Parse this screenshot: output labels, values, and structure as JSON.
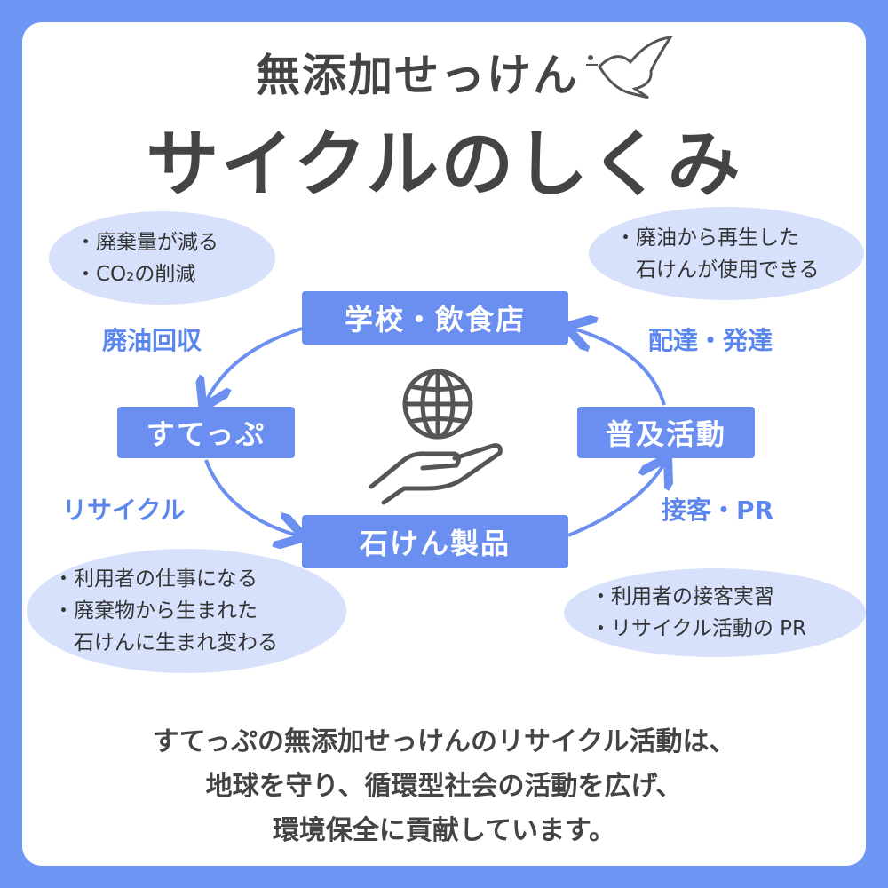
{
  "title": {
    "line1": "無添加せっけん",
    "line2": "サイクルのしくみ"
  },
  "ellipses": {
    "top_left": [
      "・廃棄量が減る",
      "・CO₂の削減"
    ],
    "top_right": [
      "・廃油から再生した",
      "　石けんが使用できる"
    ],
    "bottom_left": [
      "・利用者の仕事になる",
      "・廃棄物から生まれた",
      "　石けんに生まれ変わる"
    ],
    "bottom_right": [
      "・利用者の接客実習",
      "・リサイクル活動の PR"
    ]
  },
  "boxes": {
    "top": "学校・飲食店",
    "left": "すてっぷ",
    "right": "普及活動",
    "bottom": "石けん製品"
  },
  "labels": {
    "top_left": "廃油回収",
    "top_right": "配達・発達",
    "bottom_left": "リサイクル",
    "bottom_right": "接客・PR"
  },
  "footer": [
    "すてっぷの無添加せっけんのリサイクル活動は、",
    "地球を守り、循環型社会の活動を広げ、",
    "環境保全に貢献しています。"
  ],
  "colors": {
    "accent": "#6b8ff1",
    "ellipse": "#d7e1fb",
    "text": "#444444"
  }
}
